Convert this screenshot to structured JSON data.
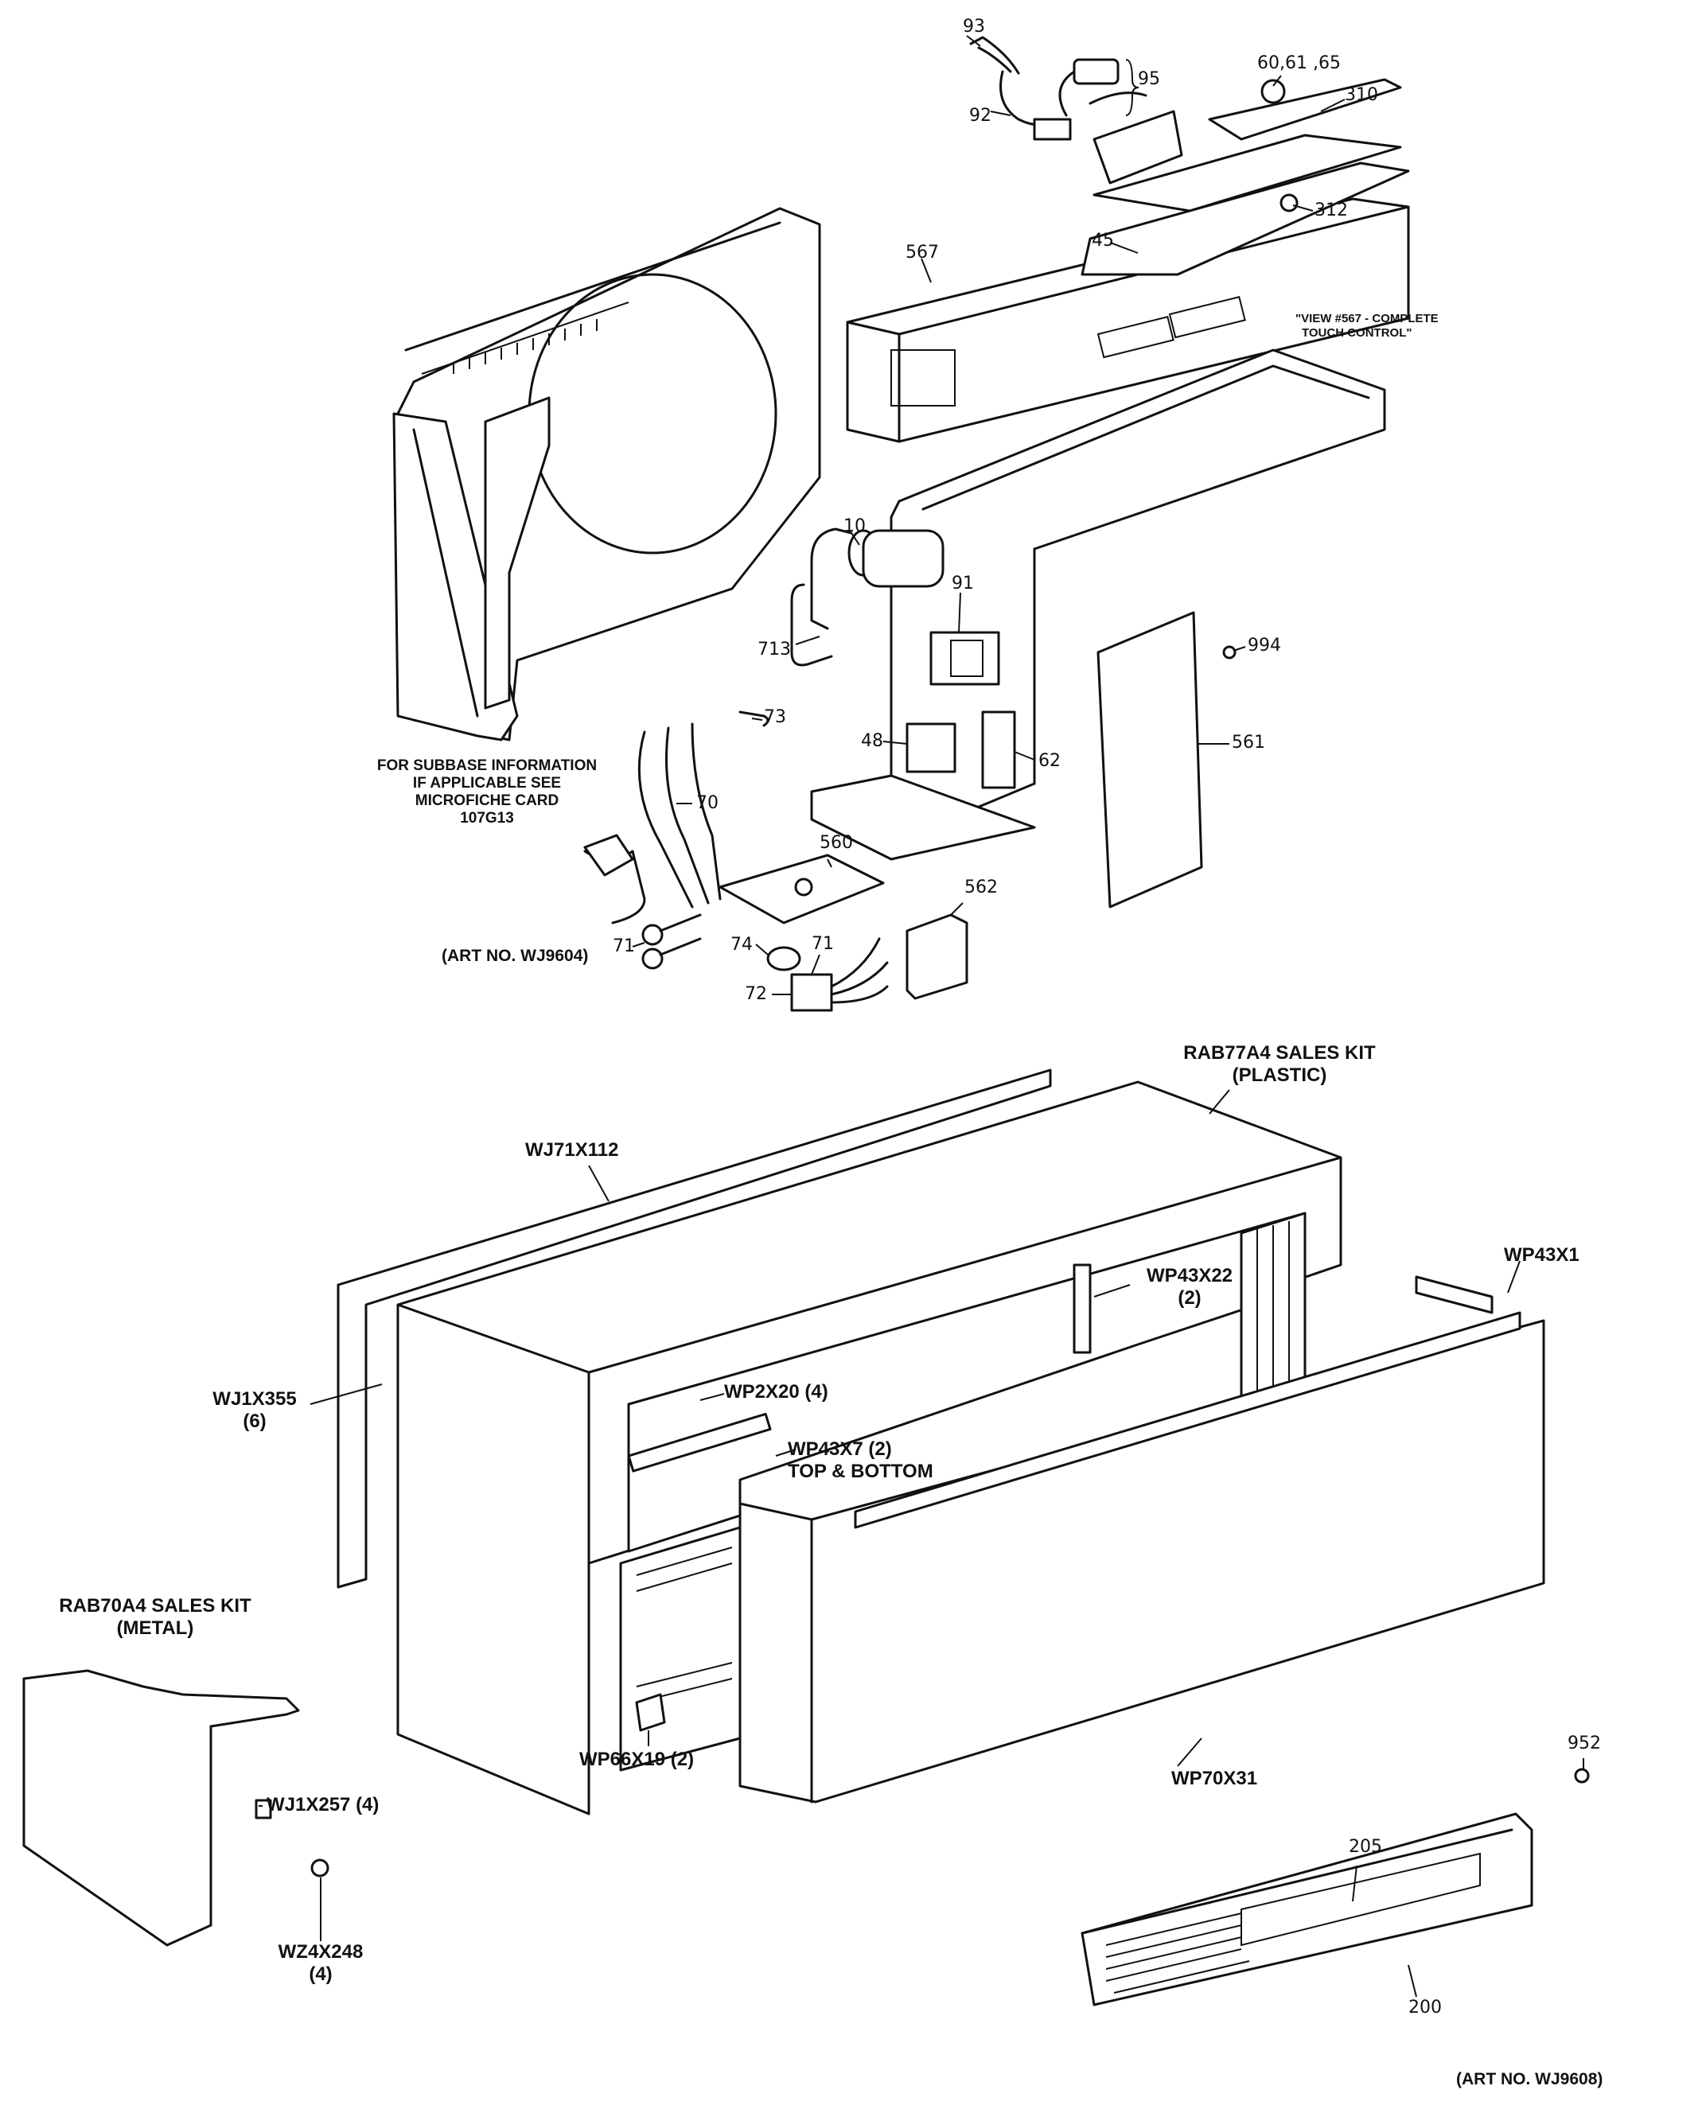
{
  "part_numbers": {
    "p93": "93",
    "p95": "95",
    "p92": "92",
    "p60": "60,61 ,65",
    "p310": "310",
    "p312": "312",
    "p45": "45",
    "p567": "567",
    "p10": "10",
    "p91": "91",
    "p713": "713",
    "p994": "994",
    "p73": "73",
    "p48": "48",
    "p62": "62",
    "p561": "561",
    "p70": "70",
    "p560": "560",
    "p562": "562",
    "p71a": "71",
    "p74": "74",
    "p71b": "71",
    "p72": "72",
    "p952": "952",
    "p205": "205",
    "p200": "200"
  },
  "notes": {
    "touch_control": [
      "\"VIEW #567 - COMPLETE",
      "TOUCH CONTROL\""
    ],
    "subbase": [
      "FOR SUBBASE INFORMATION",
      "IF APPLICABLE SEE",
      "MICROFICHE CARD",
      "107G13"
    ],
    "art_top": "(ART NO. WJ9604)",
    "art_bottom": "(ART NO. WJ9608)"
  },
  "kit_labels": {
    "rab77a4": [
      "RAB77A4 SALES KIT",
      "(PLASTIC)"
    ],
    "wj71x112": "WJ71X112",
    "wp43x1": "WP43X1",
    "wp43x22": [
      "WP43X22",
      "(2)"
    ],
    "wj1x355": [
      "WJ1X355",
      "(6)"
    ],
    "wp2x20": "WP2X20 (4)",
    "wp43x7": [
      "WP43X7 (2)",
      "TOP & BOTTOM"
    ],
    "rab70a4": [
      "RAB70A4 SALES KIT",
      "(METAL)"
    ],
    "wj1x257": "WJ1X257 (4)",
    "wz4x248": [
      "WZ4X248",
      "(4)"
    ],
    "wp66x19": "WP66X19 (2)",
    "wp70x31": "WP70X31"
  }
}
